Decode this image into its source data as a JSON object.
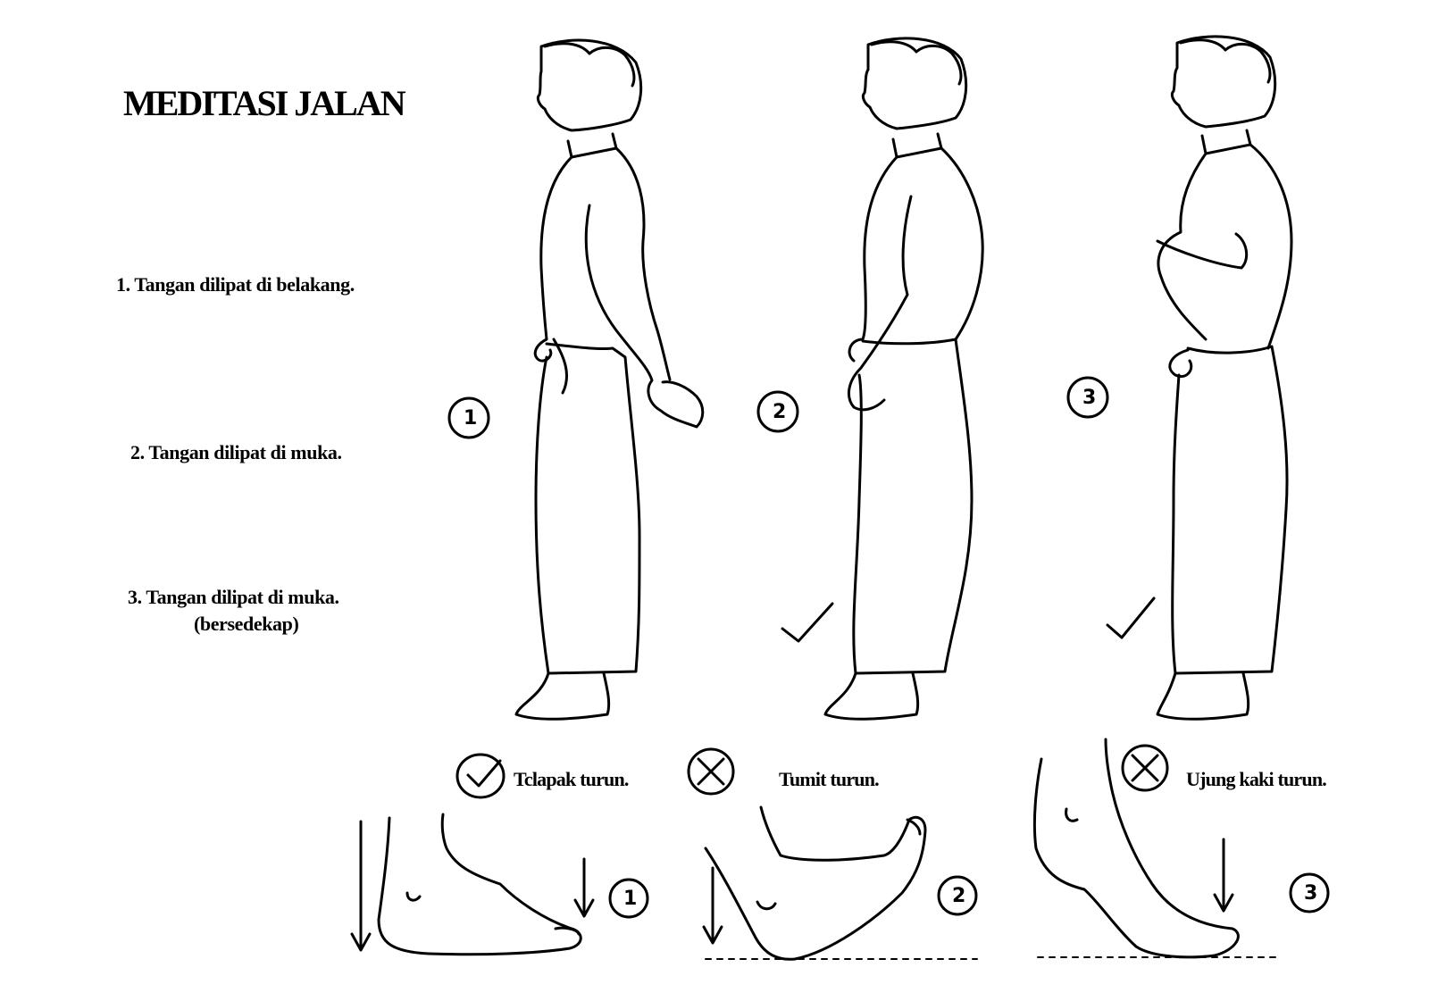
{
  "title": "MEDITASI JALAN",
  "instructions": [
    "1. Tangan dilipat di belakang.",
    "2. Tangan dilipat di muka.",
    "3. Tangan dilipat di muka.",
    "(bersedekap)"
  ],
  "figure_numbers": [
    "1",
    "2",
    "3"
  ],
  "captions": {
    "correct": "Tclapak turun.",
    "wrong_heel": "Tumit turun.",
    "wrong_toe": "Ujung kaki turun."
  },
  "foot_numbers": [
    "1",
    "2",
    "3"
  ]
}
